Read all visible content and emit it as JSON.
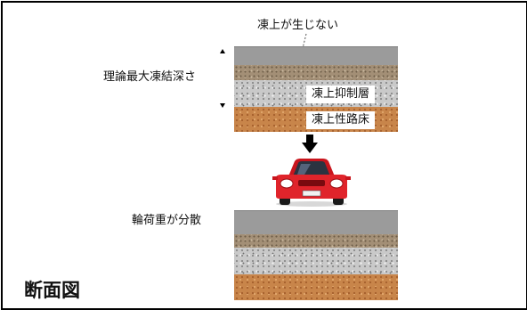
{
  "labels": {
    "frost_heave_none": "凍上が生じない",
    "theoretical_max_frost_depth": "理論最大凍結深さ",
    "frost_suppression_layer": "凍上抑制層",
    "frost_susceptible_subgrade": "凍上性路床",
    "load_distributed": "輪荷重が分散",
    "cross_section": "断面図"
  },
  "colors": {
    "asphalt": "#9b9b9b",
    "base_course": "#a38f76",
    "suppression_layer": "#c9c9c9",
    "subgrade": "#c8854a",
    "car": "#e0242b"
  },
  "icons": [
    "down-arrow-icon",
    "car-icon"
  ]
}
